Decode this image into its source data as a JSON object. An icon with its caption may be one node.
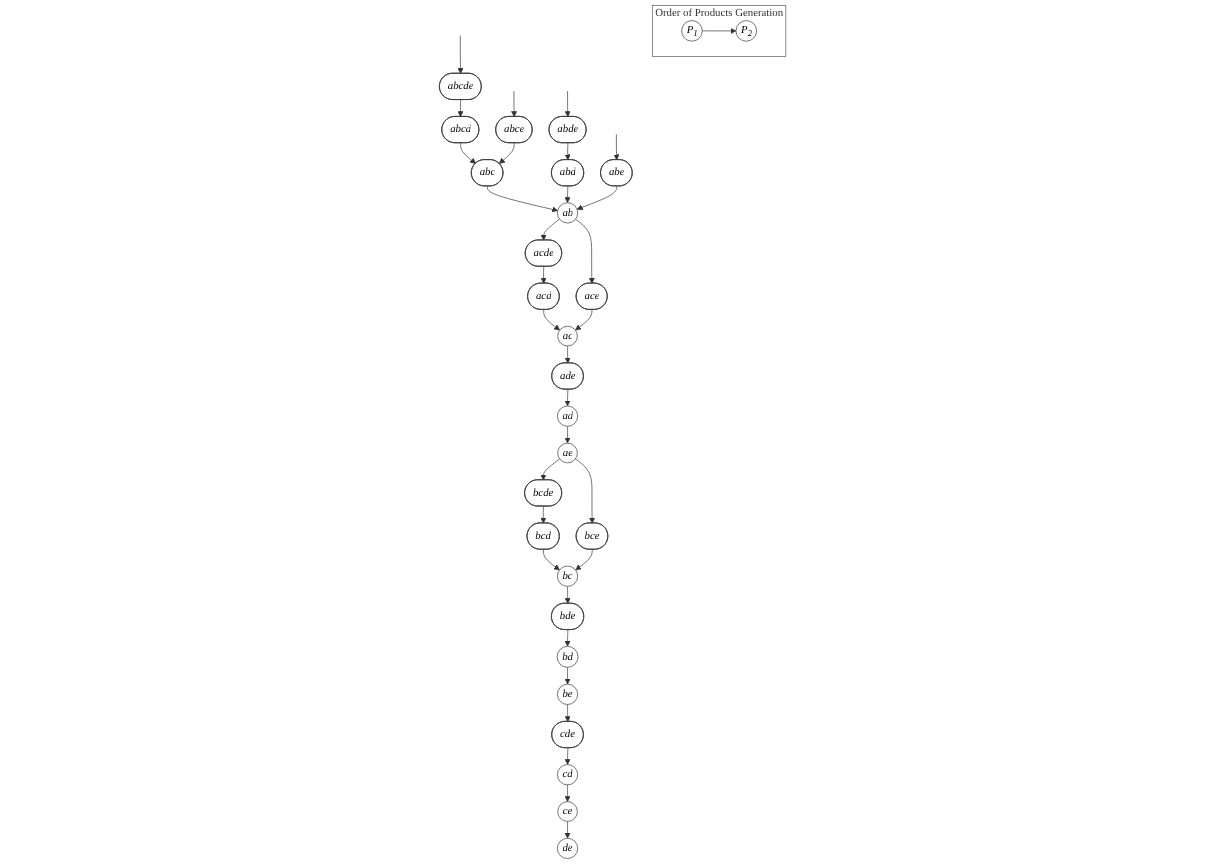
{
  "diagram": {
    "nodes": [
      {
        "text": [
          "abcde"
        ]
      },
      {
        "text": [
          "abcd"
        ]
      },
      {
        "text": [
          "abce"
        ]
      },
      {
        "text": [
          "abde"
        ]
      },
      {
        "text": [
          "abc"
        ]
      },
      {
        "text": [
          "abd"
        ]
      },
      {
        "text": [
          "abe"
        ]
      },
      {
        "text": [
          "ab"
        ]
      },
      {
        "text": [
          "acde"
        ]
      },
      {
        "text": [
          "acd"
        ]
      },
      {
        "text": [
          "ace"
        ]
      },
      {
        "text": [
          "ac"
        ]
      },
      {
        "text": [
          "ade"
        ]
      },
      {
        "text": [
          "ad"
        ]
      },
      {
        "text": [
          "ae"
        ]
      },
      {
        "text": [
          "bcde"
        ]
      },
      {
        "text": [
          "bcd"
        ]
      },
      {
        "text": [
          "bce"
        ]
      },
      {
        "text": [
          "bc"
        ]
      },
      {
        "text": [
          "bde"
        ]
      },
      {
        "text": [
          "bd"
        ]
      },
      {
        "text": [
          "be"
        ]
      },
      {
        "text": [
          "cde"
        ]
      },
      {
        "text": [
          "cd"
        ]
      },
      {
        "text": [
          "ce"
        ]
      },
      {
        "text": [
          "de"
        ]
      },
      {
        "text": [
          "Order of Products Generation"
        ]
      },
      {
        "text": [
          "P$_{1}$"
        ],
        "in": 26
      },
      {
        "text": [
          "P$_{2}$"
        ],
        "in": 26
      }
    ],
    "edges": [
      {
        "from": null,
        "to": 0,
        "arrow": "to"
      },
      {
        "from": 0,
        "to": 1,
        "arrow": "to"
      },
      {
        "from": 1,
        "to": 4,
        "arrow": "to"
      },
      {
        "from": null,
        "to": 2,
        "arrow": "to"
      },
      {
        "from": 2,
        "to": 4,
        "arrow": "to"
      },
      {
        "from": null,
        "to": 3,
        "arrow": "to"
      },
      {
        "from": 3,
        "to": 5,
        "arrow": "to"
      },
      {
        "from": null,
        "to": 6,
        "arrow": "to"
      },
      {
        "from": 4,
        "to": 7,
        "arrow": "to"
      },
      {
        "from": 5,
        "to": 7,
        "arrow": "to"
      },
      {
        "from": 6,
        "to": 7,
        "arrow": "to"
      },
      {
        "from": 7,
        "to": 8,
        "arrow": "to"
      },
      {
        "from": 7,
        "to": 10,
        "arrow": "to"
      },
      {
        "from": 8,
        "to": 9,
        "arrow": "to"
      },
      {
        "from": 9,
        "to": 11,
        "arrow": "to"
      },
      {
        "from": 10,
        "to": 11,
        "arrow": "to"
      },
      {
        "from": 11,
        "to": 12,
        "arrow": "to"
      },
      {
        "from": 12,
        "to": 13,
        "arrow": "to"
      },
      {
        "from": 13,
        "to": 14,
        "arrow": "to"
      },
      {
        "from": 14,
        "to": 15,
        "arrow": "to"
      },
      {
        "from": 14,
        "to": 17,
        "arrow": "to"
      },
      {
        "from": 15,
        "to": 16,
        "arrow": "to"
      },
      {
        "from": 16,
        "to": 18,
        "arrow": "to"
      },
      {
        "from": 17,
        "to": 18,
        "arrow": "to"
      },
      {
        "from": 18,
        "to": 19,
        "arrow": "to"
      },
      {
        "from": 19,
        "to": 20,
        "arrow": "to"
      },
      {
        "from": 20,
        "to": 21,
        "arrow": "to"
      },
      {
        "from": 21,
        "to": 22,
        "arrow": "to"
      },
      {
        "from": 22,
        "to": 23,
        "arrow": "to"
      },
      {
        "from": 23,
        "to": 24,
        "arrow": "to"
      },
      {
        "from": 24,
        "to": 25,
        "arrow": "to"
      },
      {
        "from": 27,
        "to": 28,
        "arrow": "to"
      }
    ]
  }
}
